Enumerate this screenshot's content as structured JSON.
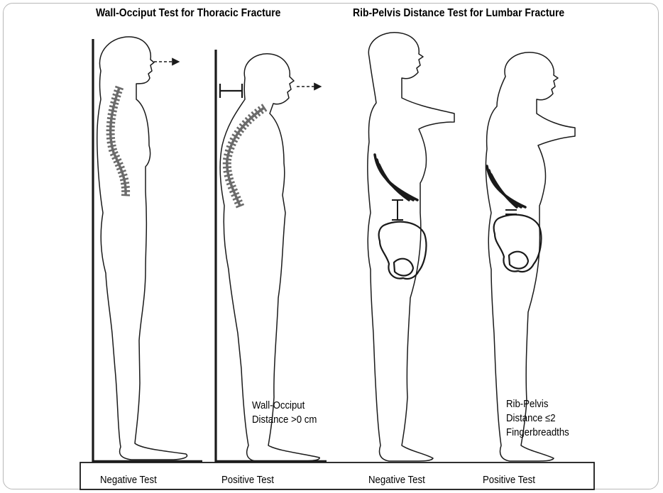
{
  "titles": {
    "left": "Wall-Occiput Test for Thoracic Fracture",
    "right": "Rib-Pelvis Distance Test for Lumbar Fracture"
  },
  "annotations": {
    "wall_occiput": [
      "Wall-Occiput",
      "Distance >0 cm"
    ],
    "rib_pelvis": [
      "Rib-Pelvis",
      "Distance ≤2",
      "Fingerbreadths"
    ]
  },
  "bottom_labels": [
    "Negative Test",
    "Positive Test",
    "Negative Test",
    "Positive Test"
  ],
  "colors": {
    "outline": "#1a1a1a",
    "spine": "#6b6b6b",
    "frame": "#b8b8b8"
  }
}
